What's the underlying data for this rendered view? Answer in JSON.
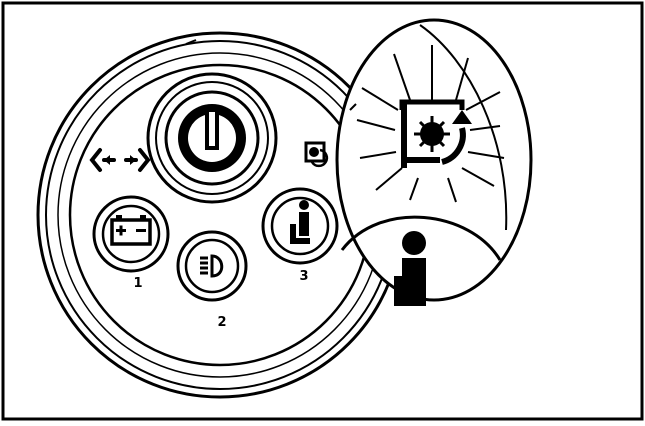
{
  "panel": {
    "buttons": [
      {
        "id": "power",
        "icon": "power-icon",
        "number": ""
      },
      {
        "id": "battery",
        "icon": "battery-icon",
        "number": "1"
      },
      {
        "id": "headlight",
        "icon": "headlight-icon",
        "number": "2"
      },
      {
        "id": "seat",
        "icon": "seat-operator-icon",
        "number": "3"
      }
    ],
    "indicators": [
      {
        "id": "direction",
        "icon": "direction-arrows-icon"
      },
      {
        "id": "pto",
        "icon": "pto-engage-icon"
      }
    ]
  },
  "callout": {
    "top_icon": "pto-engage-icon-flashing",
    "bottom_icon": "seat-operator-icon"
  },
  "colors": {
    "ink": "#000000",
    "paper": "#ffffff",
    "frame": "#000000"
  }
}
